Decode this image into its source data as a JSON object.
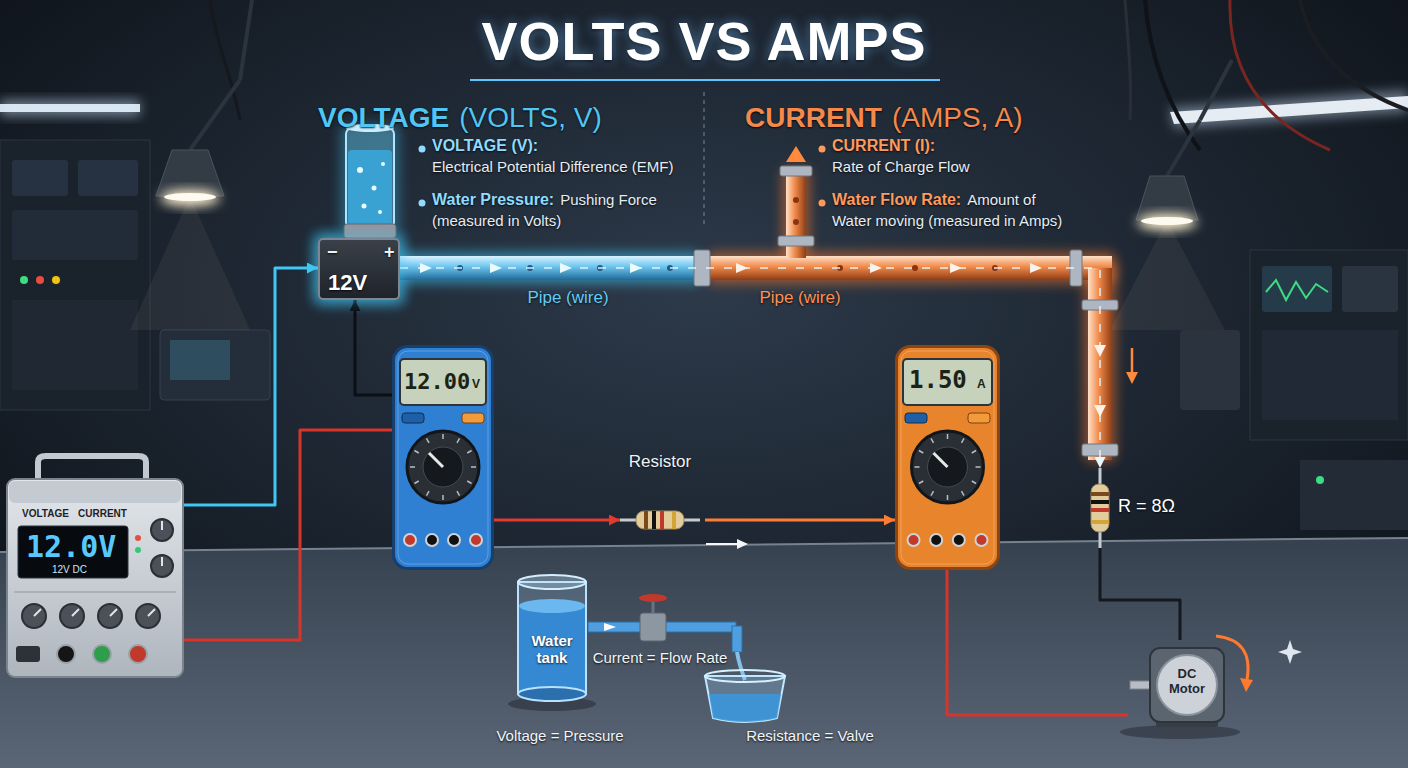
{
  "diagram": {
    "title": "VOLTS VS AMPS",
    "nodes": [
      {
        "text": [
          "−",
          "+",
          "12V"
        ]
      },
      {
        "text": [
          "12.00",
          "V"
        ]
      },
      {
        "text": [
          "Resistor"
        ]
      },
      {
        "text": [
          "1.50",
          "A"
        ]
      },
      {
        "text": [
          "R = 8Ω"
        ]
      },
      {
        "text": [
          "VOLTAGE",
          "CURRENT",
          "12.0V",
          "12V DC"
        ]
      },
      {
        "text": [
          "Water tank"
        ]
      },
      {
        "text": [
          "DC Motor"
        ]
      }
    ],
    "edges": [
      {
        "from": 5,
        "to": 1,
        "arrow": "none"
      },
      {
        "from": 5,
        "to": 0,
        "arrow": "to"
      },
      {
        "from": 1,
        "to": 0,
        "arrow": "to"
      },
      {
        "from": 1,
        "to": 2,
        "arrow": "to"
      },
      {
        "from": 2,
        "to": 3,
        "arrow": "to"
      },
      {
        "from": 0,
        "to": 4,
        "arrow": "to"
      },
      {
        "from": 4,
        "to": 7,
        "arrow": "none"
      },
      {
        "from": 3,
        "to": 7,
        "arrow": "none"
      }
    ],
    "labels": [
      "VOLTAGE",
      "(VOLTS, V)",
      "VOLTAGE (V):",
      "Electrical Potential Difference (EMF)",
      "Water Pressure:",
      "Pushing Force (measured in Volts)",
      "CURRENT",
      "(AMPS, A)",
      "CURRENT (I):",
      "Rate of Charge Flow",
      "Water Flow Rate:",
      "Amount of Water moving (measured in Amps)",
      "Pipe (wire)",
      "Pipe (wire)",
      "Current = Flow Rate",
      "Voltage = Pressure",
      "Resistance = Valve"
    ]
  }
}
